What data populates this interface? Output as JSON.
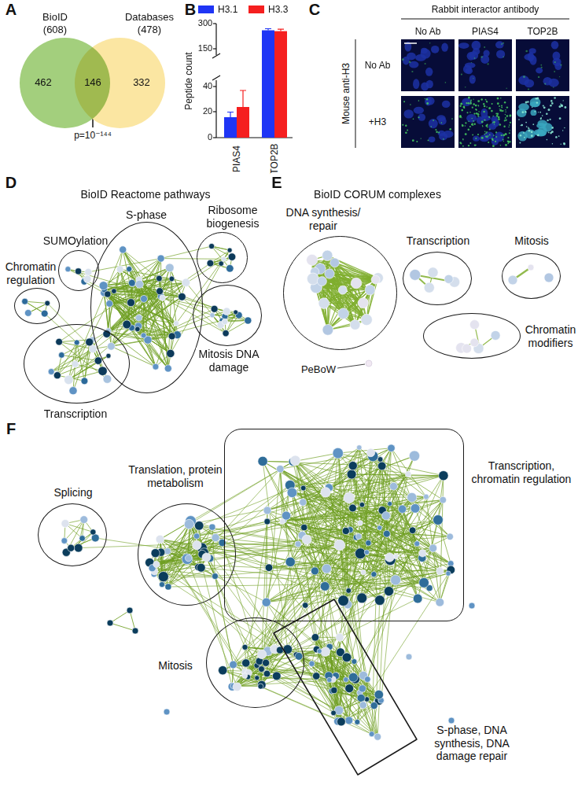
{
  "diagram": {
    "nodes": [
      {
        "text": [
          "BioID (608)",
          "462"
        ]
      },
      {
        "text": [
          "Databases (478)",
          "332"
        ]
      },
      {
        "text": [
          "Chromatin regulation"
        ]
      },
      {
        "text": [
          "SUMOylation"
        ]
      },
      {
        "text": [
          "S-phase"
        ]
      },
      {
        "text": [
          "Ribosome biogenesis"
        ]
      },
      {
        "text": [
          "Mitosis DNA damage"
        ]
      },
      {
        "text": [
          "Transcription"
        ]
      },
      {
        "text": [
          "DNA synthesis/ repair"
        ]
      },
      {
        "text": [
          "Transcription"
        ]
      },
      {
        "text": [
          "Mitosis"
        ]
      },
      {
        "text": [
          "Chromatin modifiers"
        ]
      },
      {
        "text": [
          "Splicing"
        ]
      },
      {
        "text": [
          "Translation, protein metabolism"
        ]
      },
      {
        "text": [
          "Transcription, chromatin regulation"
        ]
      },
      {
        "text": [
          "Mitosis"
        ]
      },
      {
        "text": [
          "S-phase, DNA synthesis, DNA damage repair"
        ]
      }
    ],
    "labels": [
      "A",
      "146",
      "p=10⁻¹⁴⁴",
      "B",
      "300",
      "150",
      "40",
      "20",
      "0",
      "Peptide count",
      "PIAS4",
      "TOP2B",
      "C",
      "Rabbit interactor antibody",
      "No Ab",
      "PIAS4",
      "TOP2B",
      "Mouse anti-H3",
      "No Ab",
      "+H3",
      "D",
      "BioID Reactome pathways",
      "E",
      "BioID CORUM complexes",
      "PeBoW",
      "F"
    ],
    "legend": [
      {
        "text": "H3.1",
        "color": "#1f35f5"
      },
      {
        "text": "H3.3",
        "color": "#f51f1f"
      }
    ]
  }
}
